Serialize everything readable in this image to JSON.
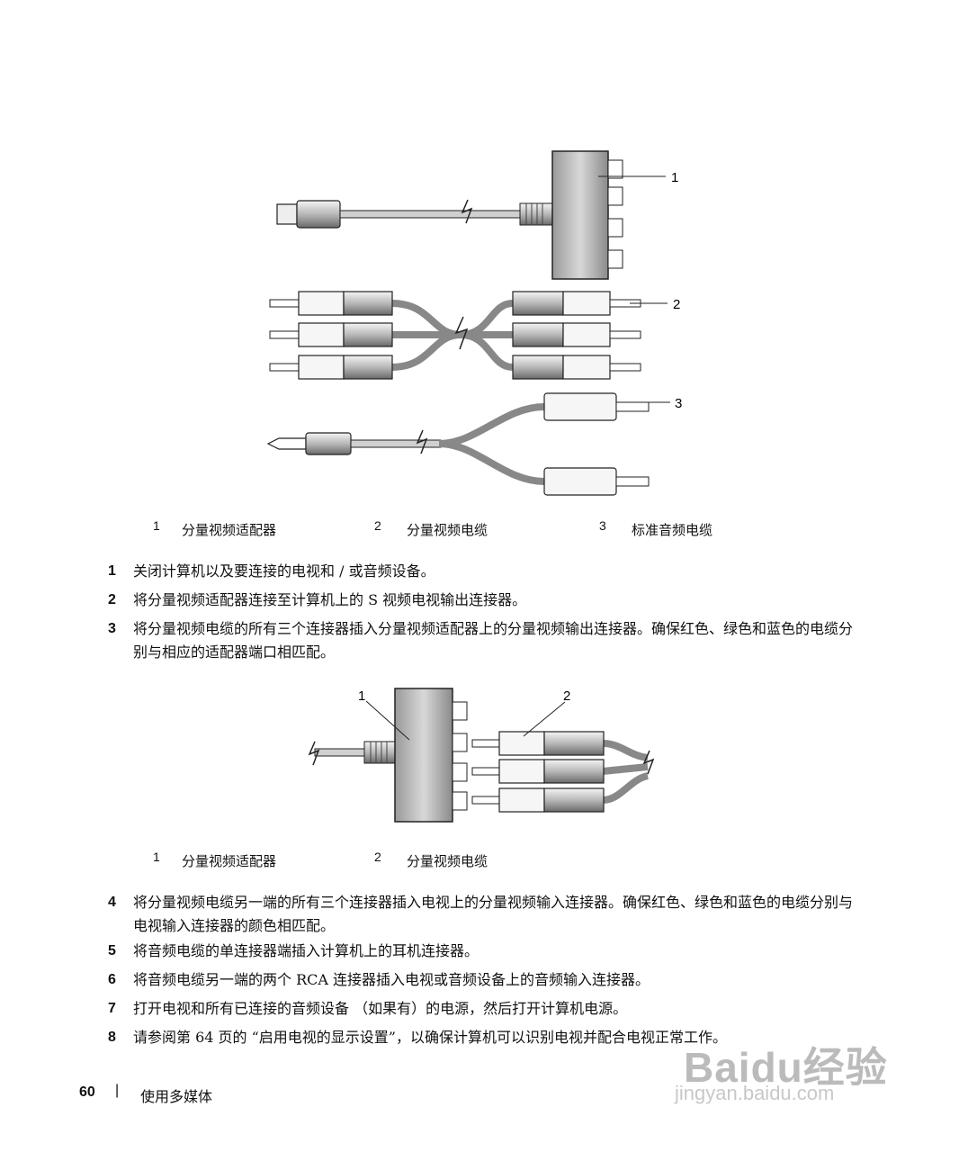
{
  "figure1": {
    "callouts": [
      "1",
      "2",
      "3"
    ],
    "captions": [
      {
        "num": "1",
        "text": "分量视频适配器"
      },
      {
        "num": "2",
        "text": "分量视频电缆"
      },
      {
        "num": "3",
        "text": "标准音频电缆"
      }
    ]
  },
  "steps_a": [
    {
      "num": "1",
      "text": "关闭计算机以及要连接的电视和 / 或音频设备。"
    },
    {
      "num": "2",
      "text": "将分量视频适配器连接至计算机上的 S 视频电视输出连接器。"
    },
    {
      "num": "3",
      "text": "将分量视频电缆的所有三个连接器插入分量视频适配器上的分量视频输出连接器。确保红色、绿色和蓝色的电缆分别与相应的适配器端口相匹配。"
    }
  ],
  "figure2": {
    "callouts": [
      "1",
      "2"
    ],
    "captions": [
      {
        "num": "1",
        "text": "分量视频适配器"
      },
      {
        "num": "2",
        "text": "分量视频电缆"
      }
    ]
  },
  "steps_b": [
    {
      "num": "4",
      "text": "将分量视频电缆另一端的所有三个连接器插入电视上的分量视频输入连接器。确保红色、绿色和蓝色的电缆分别与电视输入连接器的颜色相匹配。"
    },
    {
      "num": "5",
      "text": "将音频电缆的单连接器端插入计算机上的耳机连接器。"
    },
    {
      "num": "6",
      "text": "将音频电缆另一端的两个 RCA 连接器插入电视或音频设备上的音频输入连接器。"
    },
    {
      "num": "7",
      "text": "打开电视和所有已连接的音频设备 （如果有）的电源，然后打开计算机电源。"
    },
    {
      "num": "8",
      "text": "请参阅第 64 页的 “启用电视的显示设置”，以确保计算机可以识别电视并配合电视正常工作。"
    }
  ],
  "footer": {
    "page": "60",
    "separator": "|",
    "section": "使用多媒体"
  },
  "watermark": {
    "brand": "Baidu经验",
    "url": "jingyan.baidu.com"
  }
}
